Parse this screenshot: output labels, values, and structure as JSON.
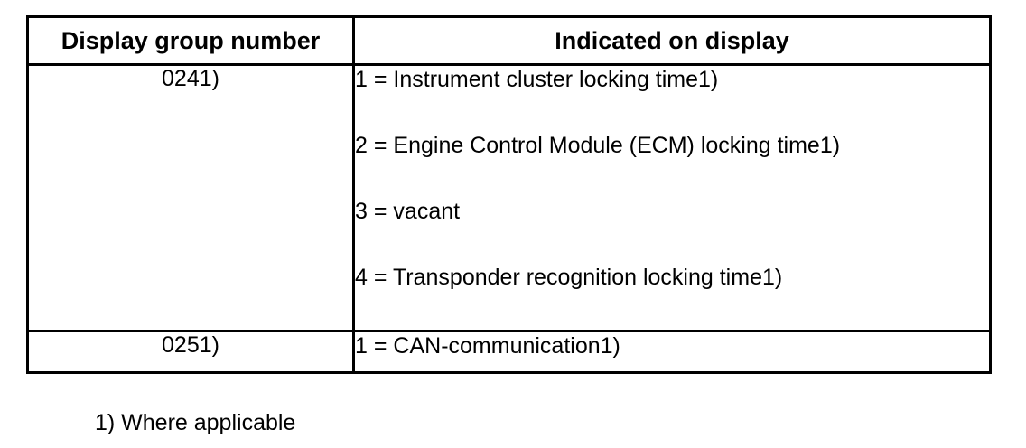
{
  "document": {
    "background_color": "#ffffff",
    "text_color": "#000000",
    "border_color": "#000000"
  },
  "table": {
    "headers": {
      "group_number": "Display group number",
      "indicated": "Indicated on display"
    },
    "rows": [
      {
        "group_number": "0241)",
        "indicated_items": [
          "1 = Instrument cluster locking time1)",
          "2 = Engine Control Module (ECM) locking time1)",
          "3 = vacant",
          "4 = Transponder recognition locking time1)"
        ]
      },
      {
        "group_number": "0251)",
        "indicated_items": [
          "1 = CAN-communication1)"
        ]
      }
    ]
  },
  "footnote": {
    "text": "1) Where applicable"
  }
}
